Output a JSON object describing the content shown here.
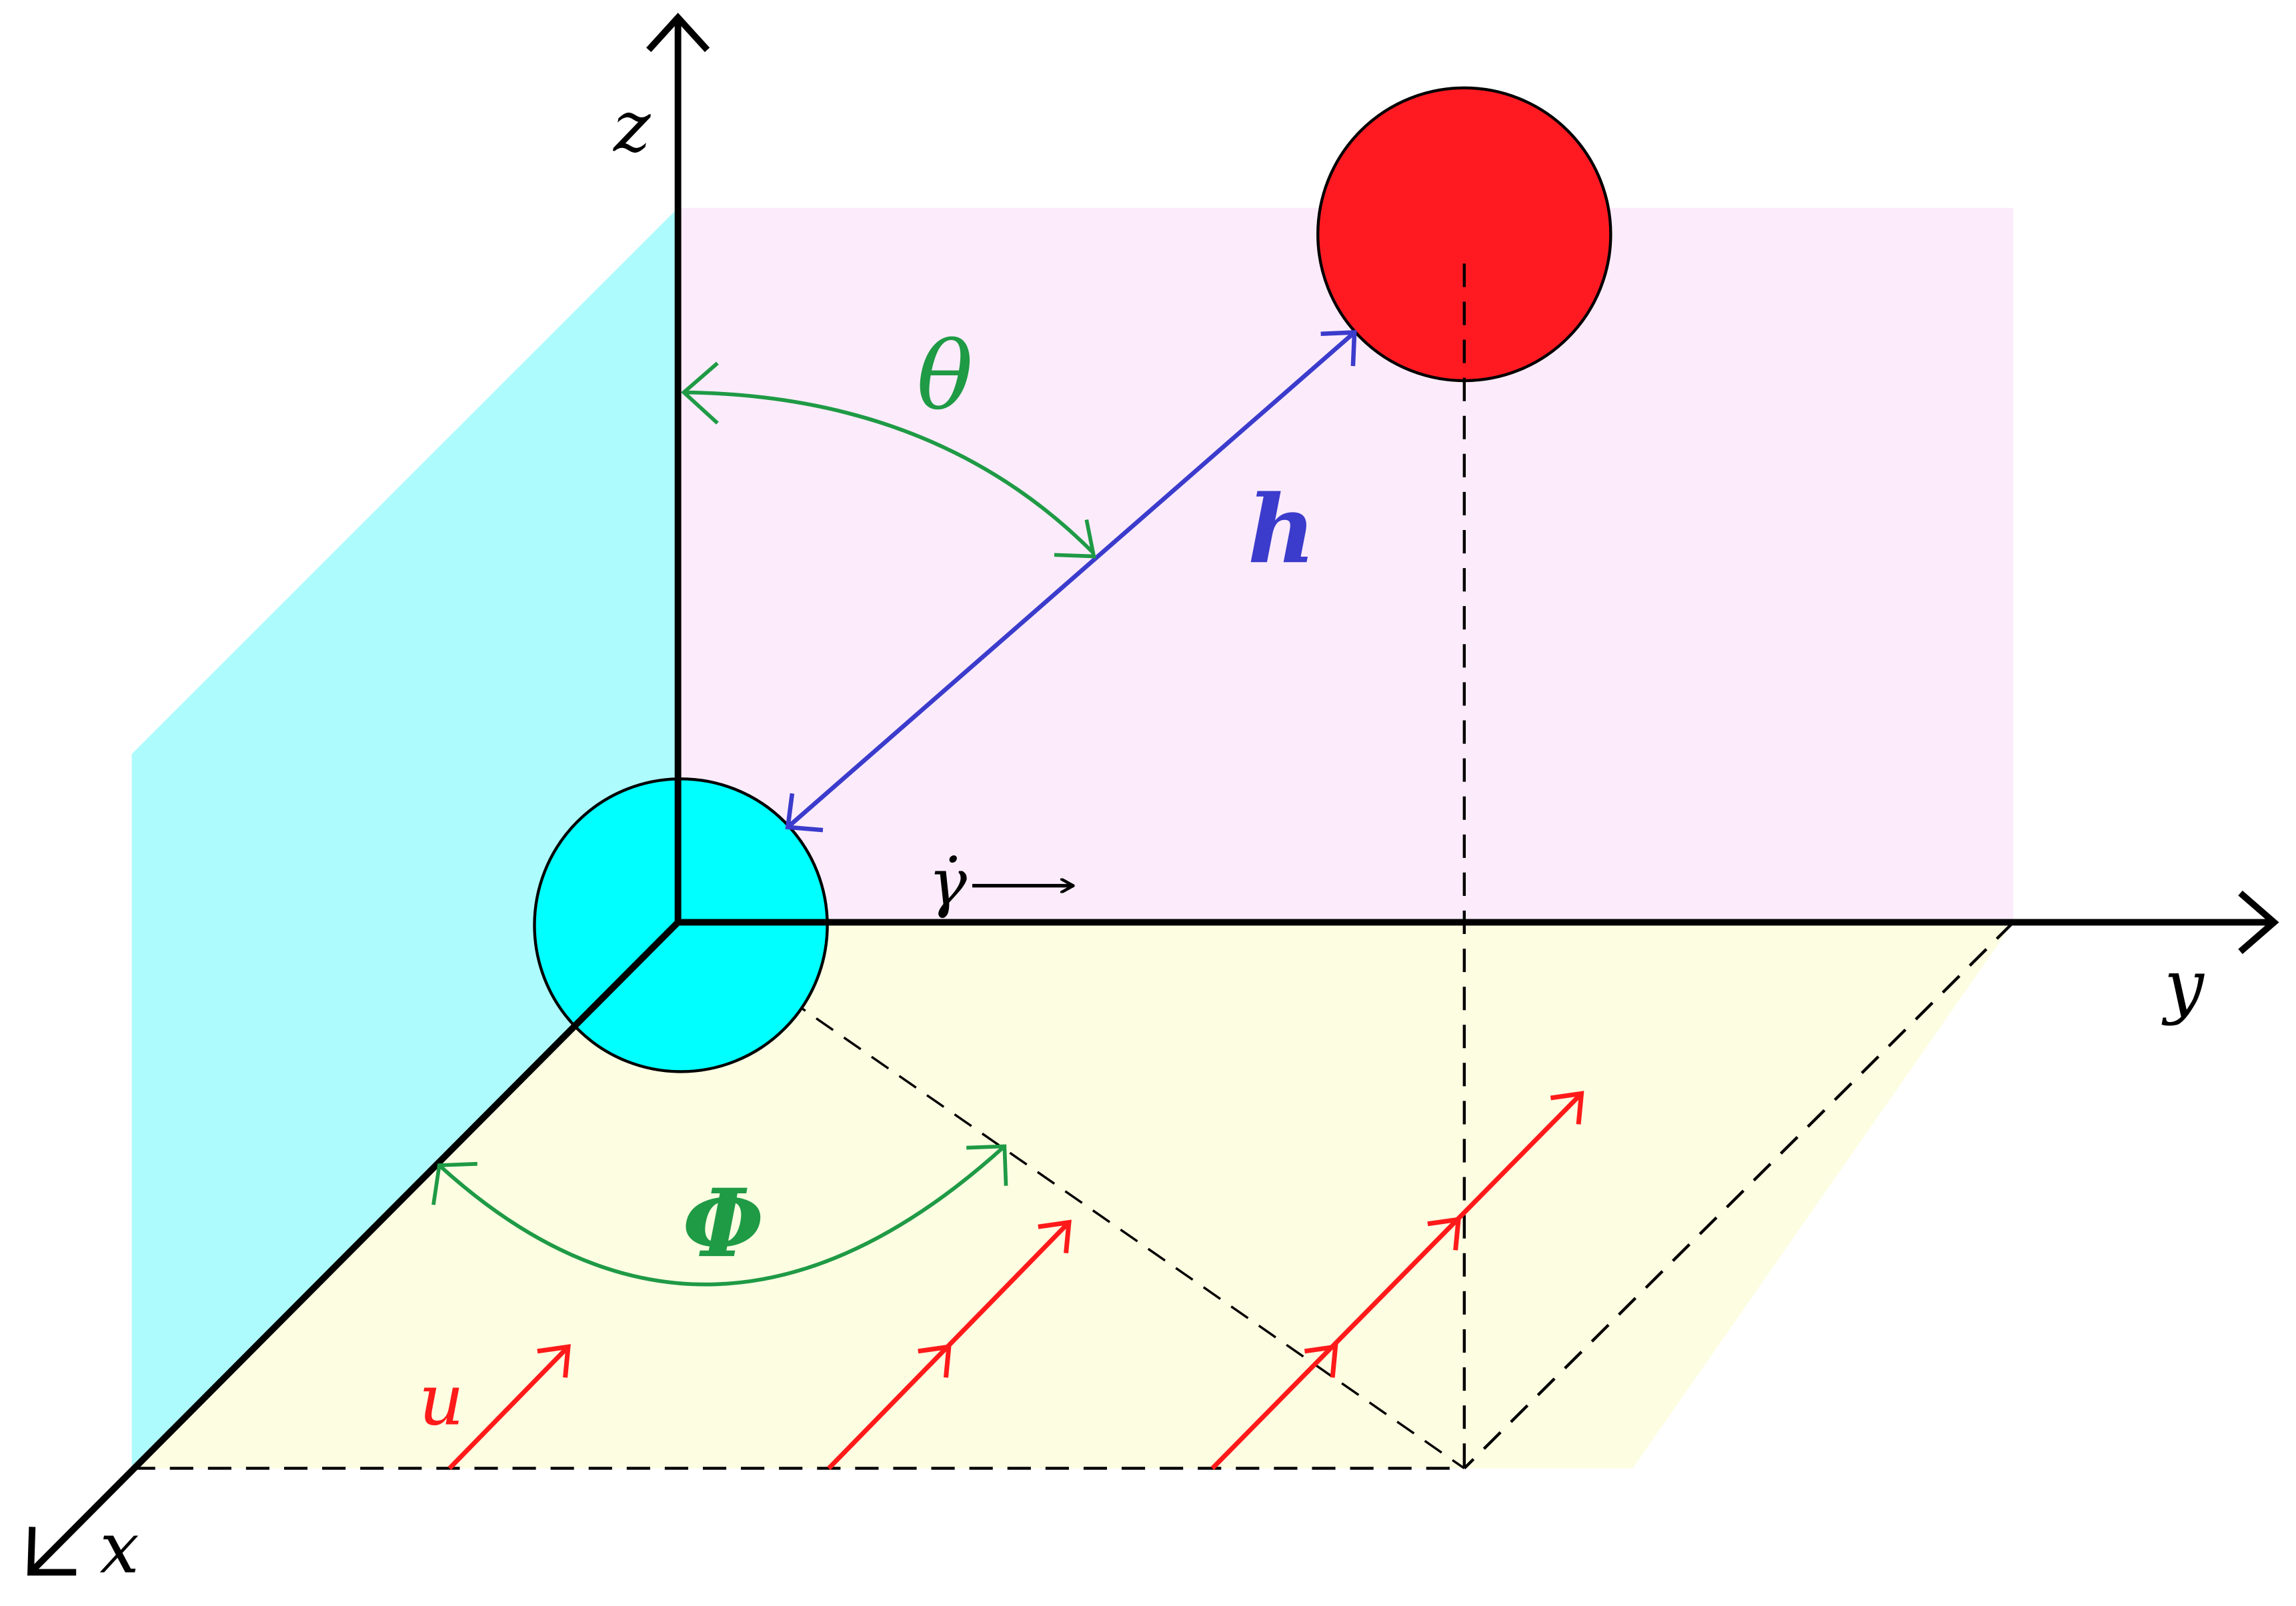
{
  "labels": {
    "z_axis": "z",
    "y_axis": "y",
    "x_axis": "x",
    "theta": "θ",
    "phi": "Φ",
    "h": "h",
    "u": "u",
    "shear_rate": "γ̇"
  },
  "colors": {
    "yz_plane": "#fcecfb",
    "xz_plane": "#aefbfd",
    "xy_plane": "#fdfde2",
    "red_sphere": "#ff1a22",
    "cyan_sphere": "#00ffff",
    "h_line": "#3b3bcc",
    "angle_arcs": "#1f9a45",
    "flow_arrows": "#ff1a1a",
    "axes": "#000000"
  }
}
